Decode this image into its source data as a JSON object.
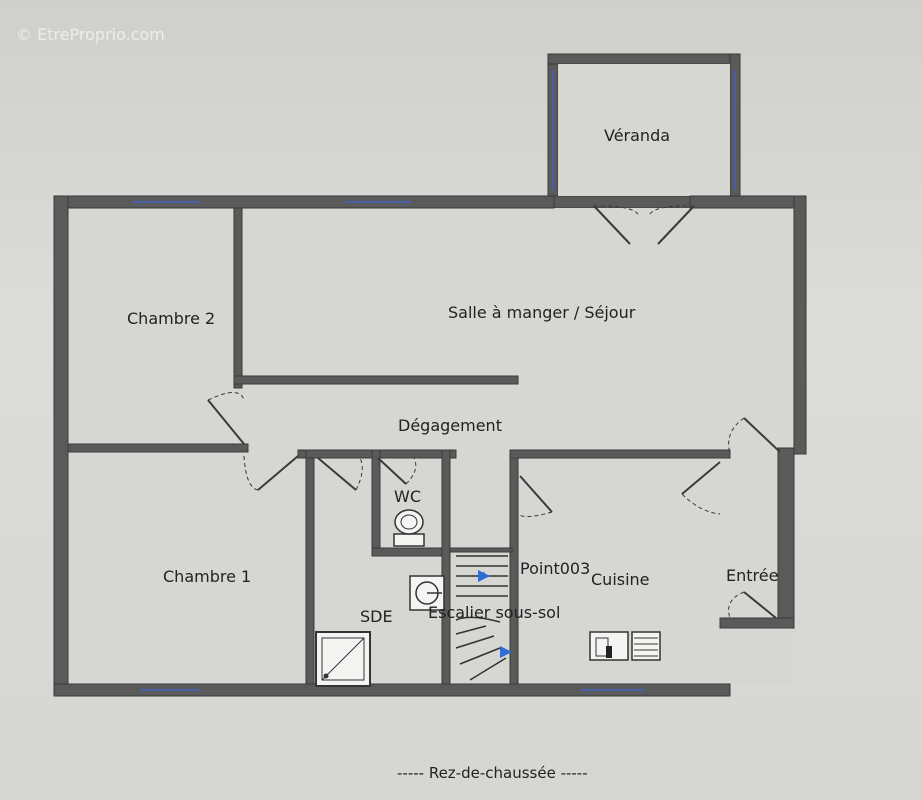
{
  "watermark": "© EtreProprio.com",
  "rooms": {
    "veranda": "Véranda",
    "sejour": "Salle à manger / Séjour",
    "chambre2": "Chambre 2",
    "degagement": "Dégagement",
    "wc": "WC",
    "chambre1": "Chambre 1",
    "sde": "SDE",
    "escalier": "Escalier sous-sol",
    "point": "Point003",
    "cuisine": "Cuisine",
    "entree": "Entrée"
  },
  "caption": "----- Rez-de-chaussée -----",
  "colors": {
    "wall": "#5a5a5a",
    "window": "#4a5fa8",
    "background": "#d6d6d2"
  }
}
